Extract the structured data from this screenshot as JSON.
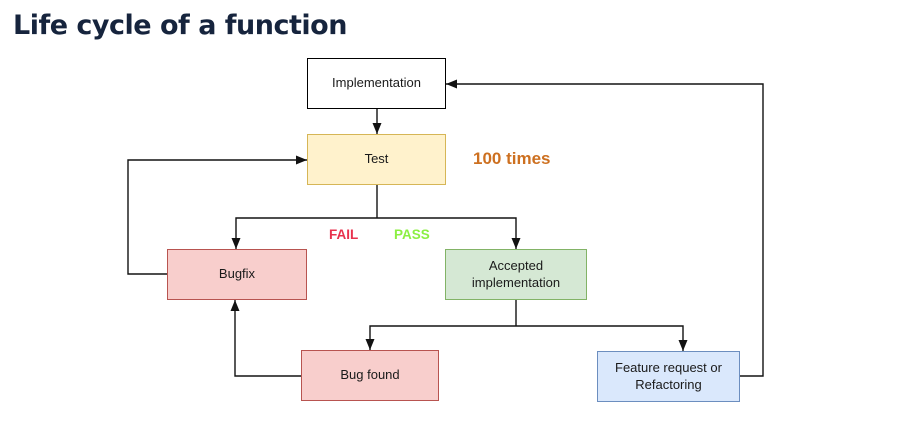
{
  "title": "Life cycle of a function",
  "nodes": {
    "implementation": {
      "label": "Implementation",
      "fill": "#ffffff",
      "border": "#000000"
    },
    "test": {
      "label": "Test",
      "fill": "#fff2cc",
      "border": "#d6b656"
    },
    "bugfix": {
      "label": "Bugfix",
      "fill": "#f8cecc",
      "border": "#b85450"
    },
    "accepted": {
      "label": "Accepted implementation",
      "fill": "#d5e8d4",
      "border": "#82b366"
    },
    "bug_found": {
      "label": "Bug found",
      "fill": "#f8cecc",
      "border": "#b85450"
    },
    "feature": {
      "label": "Feature request or Refactoring",
      "fill": "#dae8fc",
      "border": "#6c8ebf"
    }
  },
  "annotations": {
    "times": {
      "text": "100 times",
      "color": "#cd7020"
    },
    "fail": {
      "text": "FAIL",
      "color": "#e8324d"
    },
    "pass": {
      "text": "PASS",
      "color": "#8bef42"
    }
  },
  "edges": [
    {
      "from": "implementation",
      "to": "test"
    },
    {
      "from": "test",
      "to": "bugfix",
      "label": "FAIL"
    },
    {
      "from": "test",
      "to": "accepted",
      "label": "PASS"
    },
    {
      "from": "bugfix",
      "to": "test",
      "label": "100 times"
    },
    {
      "from": "accepted",
      "to": "bug_found"
    },
    {
      "from": "accepted",
      "to": "feature"
    },
    {
      "from": "bug_found",
      "to": "bugfix"
    },
    {
      "from": "feature",
      "to": "implementation"
    }
  ],
  "colors": {
    "title": "#16243d",
    "connector": "#121212",
    "background": "#ffffff"
  }
}
